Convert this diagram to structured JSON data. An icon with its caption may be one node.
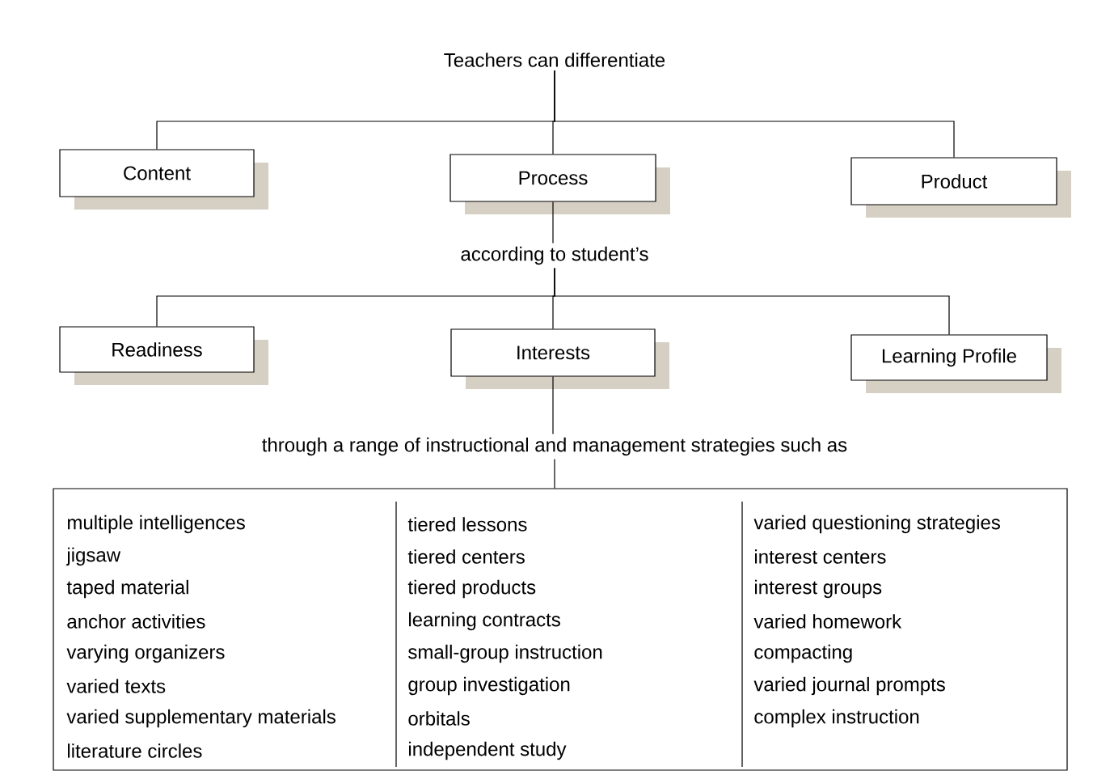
{
  "diagram": {
    "nodes": [
      {
        "text": [
          "Teachers can differentiate"
        ]
      },
      {
        "text": [
          "Content"
        ]
      },
      {
        "text": [
          "Process"
        ]
      },
      {
        "text": [
          "Product"
        ]
      },
      {
        "text": [
          "according to student’s"
        ]
      },
      {
        "text": [
          "Readiness"
        ]
      },
      {
        "text": [
          "Interests"
        ]
      },
      {
        "text": [
          "Learning Profile"
        ]
      },
      {
        "text": [
          "through a range of instructional and management strategies such as"
        ]
      },
      {
        "text": [
          "multiple intelligences",
          "jigsaw",
          "taped material",
          "anchor activities",
          "varying organizers",
          "varied texts",
          "varied supplementary materials",
          "literature circles",
          "tiered lessons",
          "tiered centers",
          "tiered products",
          "learning contracts",
          "small-group instruction",
          "group investigation",
          "orbitals",
          "independent study",
          "varied questioning strategies",
          "interest centers",
          "interest groups",
          "varied homework",
          "compacting",
          "varied journal prompts",
          "complex instruction"
        ]
      }
    ],
    "edges": [
      {
        "from": 0,
        "to": 1,
        "arrow": "none"
      },
      {
        "from": 0,
        "to": 2,
        "arrow": "none"
      },
      {
        "from": 0,
        "to": 3,
        "arrow": "none"
      },
      {
        "from": 2,
        "to": 4,
        "arrow": "none"
      },
      {
        "from": 4,
        "to": 5,
        "arrow": "none"
      },
      {
        "from": 4,
        "to": 6,
        "arrow": "none"
      },
      {
        "from": 4,
        "to": 7,
        "arrow": "none"
      },
      {
        "from": 6,
        "to": 8,
        "arrow": "none"
      },
      {
        "from": 8,
        "to": 9,
        "arrow": "none"
      }
    ]
  }
}
